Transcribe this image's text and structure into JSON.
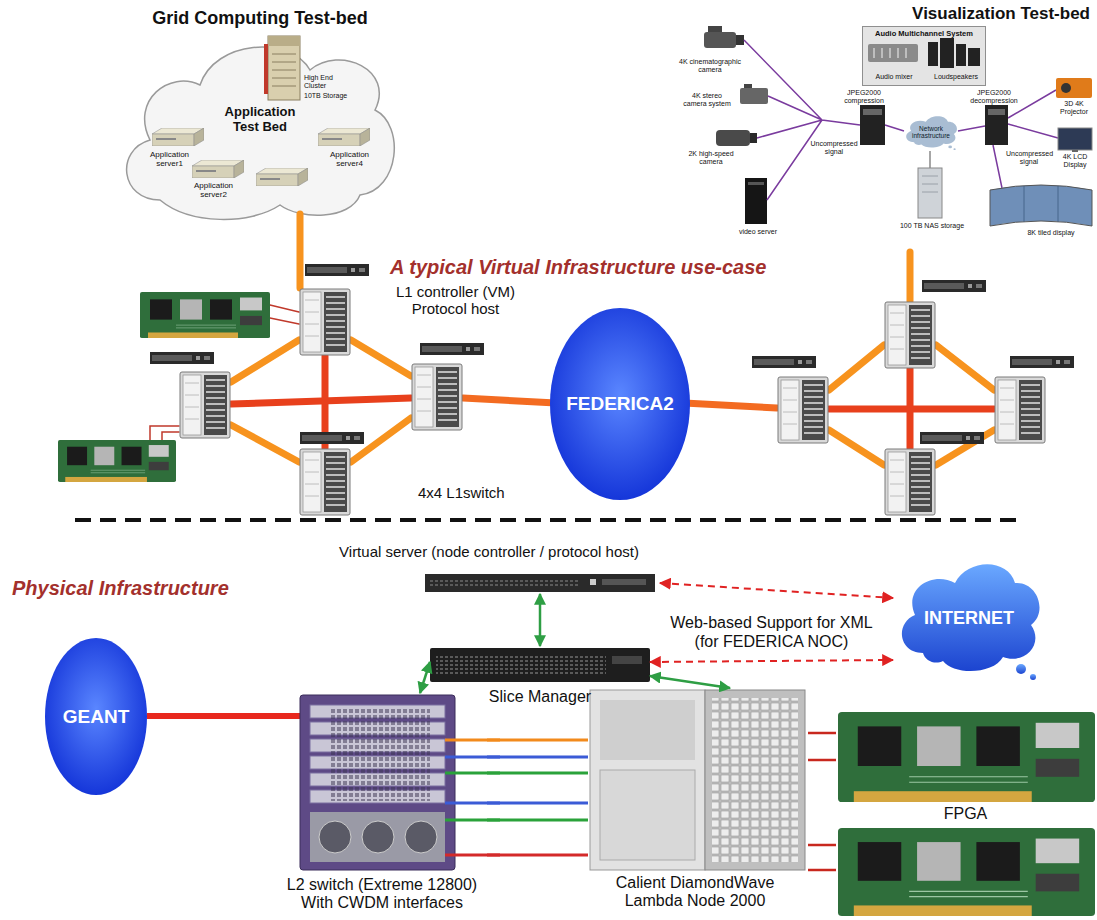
{
  "diagram": {
    "nodes": [
      {
        "text": [
          "Grid Computing Test-bed",
          "Application Test Bed"
        ]
      },
      {
        "text": [
          "Visualization Test-bed"
        ]
      },
      {
        "text": [
          "Audio Multichannel System",
          "Audio mixer",
          "Loudspeakers"
        ],
        "in": 1
      },
      {
        "text": [
          "Network infrastructure"
        ],
        "in": 1
      },
      {
        "text": [
          "FEDERICA2"
        ]
      },
      {
        "text": [
          "Virtual server (node controller / protocol host)"
        ]
      },
      {
        "text": [
          "INTERNET"
        ]
      },
      {
        "text": [
          "Slice Manager"
        ]
      },
      {
        "text": [
          "GEANT"
        ]
      },
      {
        "text": [
          "L2 switch (Extreme 12800) With CWDM interfaces"
        ]
      },
      {
        "text": [
          "Calient DiamondWave Lambda Node 2000"
        ]
      },
      {
        "text": [
          "FPGA"
        ]
      }
    ],
    "edges": [
      {
        "from": 5,
        "to": 7,
        "arrow": "both"
      },
      {
        "from": 5,
        "to": 6,
        "arrow": "both"
      },
      {
        "from": 7,
        "to": 6,
        "label": "Web-based Support for XML (for FEDERICA NOC)",
        "arrow": "both"
      },
      {
        "from": 7,
        "to": 9,
        "arrow": "both"
      },
      {
        "from": 7,
        "to": 10,
        "arrow": "both"
      },
      {
        "from": 8,
        "to": 9,
        "arrow": "none"
      },
      {
        "from": 9,
        "to": 10,
        "arrow": "none"
      },
      {
        "from": 9,
        "to": 10,
        "arrow": "none"
      },
      {
        "from": 9,
        "to": 10,
        "arrow": "none"
      },
      {
        "from": 9,
        "to": 10,
        "arrow": "none"
      },
      {
        "from": 9,
        "to": 10,
        "arrow": "none"
      },
      {
        "from": 9,
        "to": 10,
        "arrow": "none"
      },
      {
        "from": 10,
        "to": 11,
        "arrow": "none"
      },
      {
        "from": 10,
        "to": 11,
        "arrow": "none"
      },
      {
        "from": 10,
        "to": 11,
        "arrow": "none"
      },
      {
        "from": 10,
        "to": 11,
        "arrow": "none"
      }
    ],
    "labels": [
      "High End Cluster",
      "10TB Storage",
      "Application server1",
      "Application server2",
      "Application server4",
      "4K cinematographic camera",
      "4K stereo camera system",
      "2K high-speed camera",
      "video server",
      "JPEG2000 compression",
      "Uncompressed signal",
      "JPEG2000 decompression",
      "Uncompressed signal",
      "100 TB NAS storage",
      "3D 4K Projector",
      "4K LCD Display",
      "8K tiled display",
      "A typical Virtual Infrastructure use-case",
      "L1 controller (VM) Protocol host",
      "4x4 L1switch",
      "Physical Infrastructure"
    ]
  }
}
